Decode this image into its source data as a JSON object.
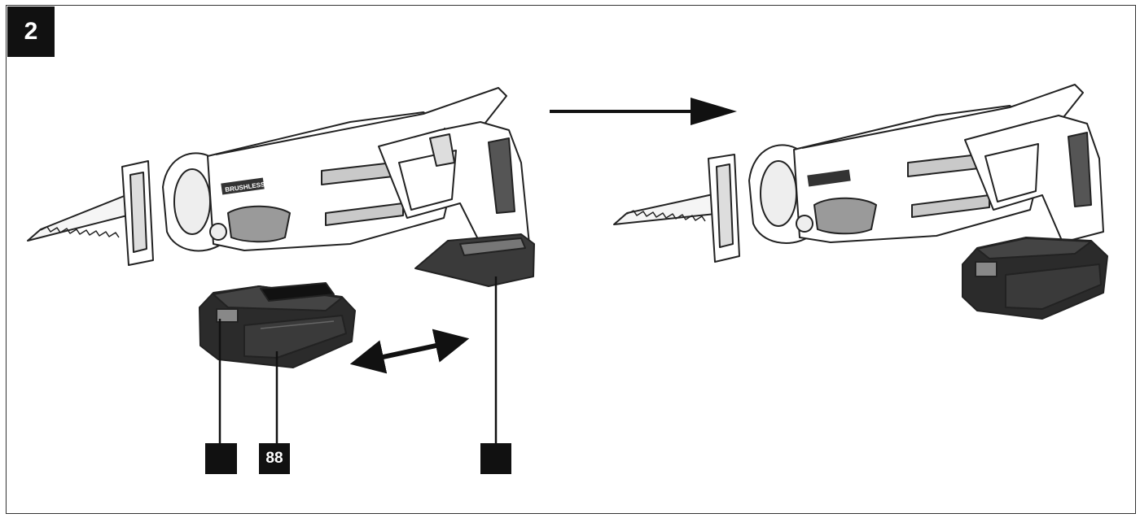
{
  "figure": {
    "number": "2",
    "callouts": [
      {
        "id": "battery-release-button",
        "label": ""
      },
      {
        "id": "battery-pack",
        "label": "88"
      },
      {
        "id": "battery-mount",
        "label": ""
      }
    ],
    "saw_brand_text": "BRUSHLESS"
  }
}
